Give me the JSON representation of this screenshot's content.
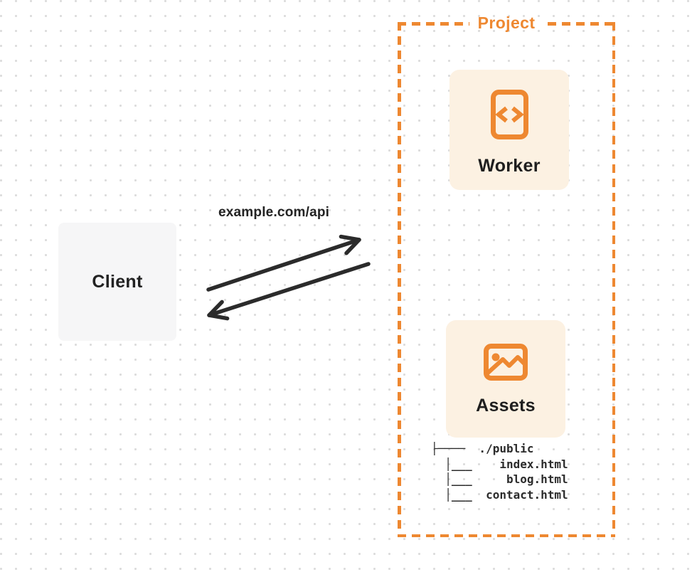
{
  "colors": {
    "accent": "#EE8831",
    "card_bg": "#FCF1E2",
    "client_bg": "#F6F6F7",
    "ink": "#222222",
    "arrow": "#2B2B2B",
    "dot": "#DCDCDC"
  },
  "client": {
    "label": "Client"
  },
  "connection": {
    "label": "example.com/api"
  },
  "project": {
    "title": "Project",
    "worker": {
      "label": "Worker",
      "icon": "code-icon"
    },
    "assets": {
      "label": "Assets",
      "icon": "image-icon"
    },
    "file_tree": {
      "lines": [
        "├────  ./public",
        "  │___    index.html",
        "  │___     blog.html",
        "  │___  contact.html"
      ]
    }
  }
}
